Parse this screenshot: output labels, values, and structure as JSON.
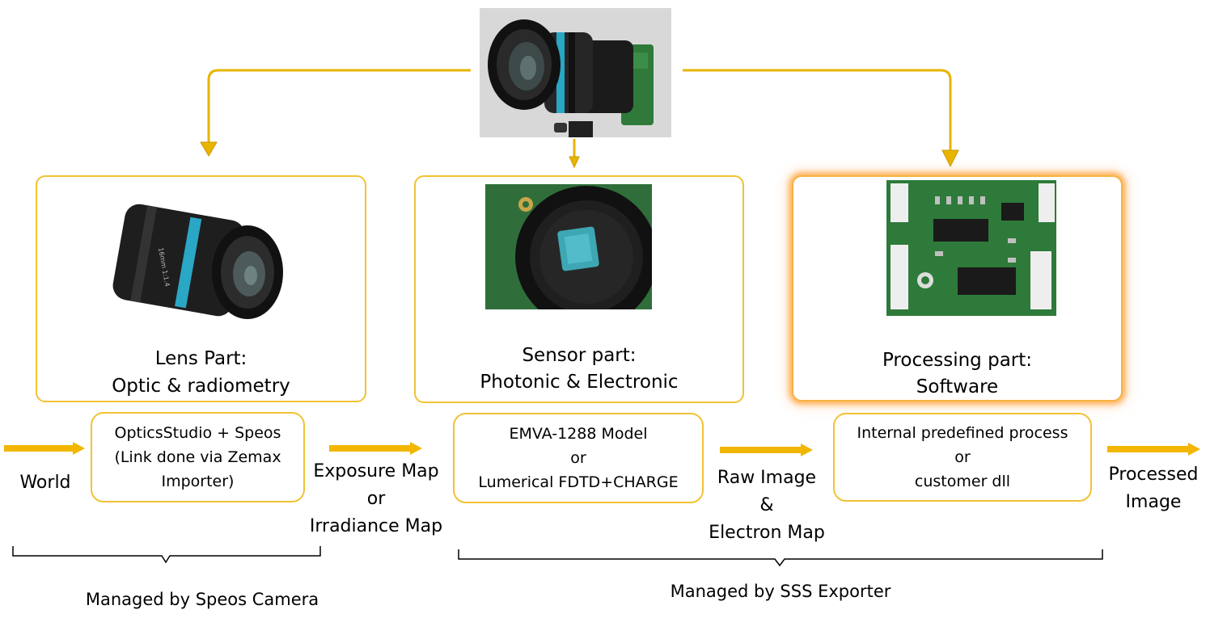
{
  "colors": {
    "accent": "#f2b600",
    "box_border": "#f2c233",
    "lens_ring": "#2aa7c4",
    "pcb_green": "#2e7a3a",
    "sensor_chip": "#3ea7b4",
    "photo_bg": "#d6d6d6"
  },
  "images": {
    "top": "camera-with-lens-photo",
    "lens": "lens-photo",
    "sensor": "sensor-board-photo",
    "processing": "processing-circuit-board-photo"
  },
  "parts": [
    {
      "line1": "Lens Part:",
      "line2": "Optic & radiometry"
    },
    {
      "line1": "Sensor part:",
      "line2": "Photonic  & Electronic"
    },
    {
      "line1": "Processing part:",
      "line2": "Software"
    }
  ],
  "methods": [
    {
      "lines": [
        "OpticsStudio + Speos",
        "(Link done via Zemax",
        "Importer)"
      ]
    },
    {
      "lines": [
        "EMVA-1288 Model",
        "or",
        "Lumerical FDTD+CHARGE"
      ]
    },
    {
      "lines": [
        "Internal predefined process",
        "or",
        "customer dll"
      ]
    }
  ],
  "flow": {
    "world": "World",
    "exposure": [
      "Exposure Map",
      "or",
      "Irradiance Map"
    ],
    "raw": [
      "Raw Image",
      "&",
      "Electron Map"
    ],
    "processed": [
      "Processed",
      "Image"
    ]
  },
  "managers": {
    "speos": "Managed by Speos Camera",
    "sss": "Managed by SSS Exporter"
  }
}
